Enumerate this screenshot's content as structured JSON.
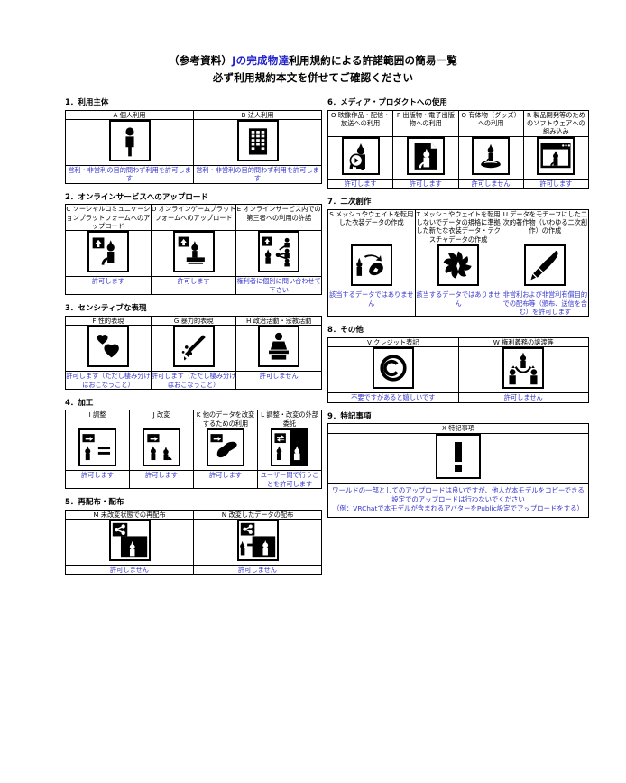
{
  "title": {
    "line1_pre": "（参考資料）",
    "line1_accent": "Jの完成物達",
    "line1_post": "利用規約による許諾範囲の簡易一覧",
    "line2": "必ず利用規約本文を併せてご確認ください"
  },
  "colors": {
    "verdict_blue": "#3333cc",
    "accent_blue": "#2222cc",
    "ink": "#000000",
    "paper": "#ffffff"
  },
  "sections": [
    {
      "number": "1.",
      "name": "利用主体",
      "title": "1．利用主体",
      "columns": 2,
      "cells": [
        {
          "code": "A",
          "label": "A 個人利用",
          "icon": "person-icon",
          "verdict": "営利・非営利の目的問わず利用を許可します"
        },
        {
          "code": "B",
          "label": "B 法人利用",
          "icon": "building-icon",
          "verdict": "営利・非営利の目的問わず利用を許可します"
        }
      ]
    },
    {
      "number": "2.",
      "name": "オンラインサービスへのアップロード",
      "title": "2．オンラインサービスへのアップロード",
      "columns": 3,
      "cells": [
        {
          "code": "C",
          "label": "C ソーシャルコミュニケーションプラットフォームへのアップロード",
          "icon": "upload-avatar-icon",
          "verdict": "許可します"
        },
        {
          "code": "D",
          "label": "D オンラインゲームプラットフォームへのアップロード",
          "icon": "upload-game-icon",
          "verdict": "許可します"
        },
        {
          "code": "E",
          "label": "E オンラインサービス内での第三者への利用の許諾",
          "icon": "upload-share-third-party-icon",
          "verdict": "権利者に個別に問い合わせて下さい"
        }
      ]
    },
    {
      "number": "3.",
      "name": "センシティブな表現",
      "title": "3．センシティブな表現",
      "columns": 3,
      "cells": [
        {
          "code": "F",
          "label": "F 性的表現",
          "icon": "hearts-icon",
          "verdict": "許可します（ただし棲み分けはおこなうこと）"
        },
        {
          "code": "G",
          "label": "G 暴力的表現",
          "icon": "knife-icon",
          "verdict": "許可します（ただし棲み分けはおこなうこと）"
        },
        {
          "code": "H",
          "label": "H 政治活動・宗教活動",
          "icon": "podium-speaker-icon",
          "verdict": "許可しません"
        }
      ]
    },
    {
      "number": "4.",
      "name": "加工",
      "title": "4．加工",
      "columns": 4,
      "cells": [
        {
          "code": "I",
          "label": "I 調整",
          "icon": "adjust-equal-icon",
          "verdict": "許可します"
        },
        {
          "code": "J",
          "label": "J 改変",
          "icon": "modify-two-cats-icon",
          "verdict": "許可します"
        },
        {
          "code": "K",
          "label": "K 他のデータを改変するための利用",
          "icon": "modify-other-data-icon",
          "verdict": "許可します"
        },
        {
          "code": "L",
          "label": "L 調整・改変の外部委託",
          "icon": "outsource-icon",
          "verdict": "ユーザー間で行うことを許可します"
        }
      ]
    },
    {
      "number": "5.",
      "name": "再配布・配布",
      "title": "5．再配布・配布",
      "columns": 2,
      "cells": [
        {
          "code": "M",
          "label": "M 未改変状態での再配布",
          "icon": "redistribute-icon",
          "verdict": "許可しません"
        },
        {
          "code": "N",
          "label": "N 改変したデータの配布",
          "icon": "distribute-modified-icon",
          "verdict": "許可しません"
        }
      ]
    },
    {
      "number": "6.",
      "name": "メディア・プロダクトへの使用",
      "title": "6．メディア・プロダクトへの使用",
      "columns": 4,
      "cells": [
        {
          "code": "O",
          "label": "O 映像作品・配信・放送への利用",
          "icon": "video-broadcast-icon",
          "verdict": "許可します"
        },
        {
          "code": "P",
          "label": "P 出版物・電子出版物への利用",
          "icon": "publication-icon",
          "verdict": "許可します"
        },
        {
          "code": "Q",
          "label": "Q 有体物（グッズ）への利用",
          "icon": "goods-figure-icon",
          "verdict": "許可しません"
        },
        {
          "code": "R",
          "label": "R 製品開発等のためのソフトウェアへの組み込み",
          "icon": "software-embed-icon",
          "verdict": "許可します"
        }
      ]
    },
    {
      "number": "7.",
      "name": "二次創作",
      "title": "7．二次創作",
      "columns": 3,
      "cells": [
        {
          "code": "S",
          "label": "S メッシュやウェイトを転用した衣装データの作成",
          "icon": "mesh-reuse-icon",
          "verdict": "該当するデータではありません"
        },
        {
          "code": "T",
          "label": "T メッシュやウェイトを転用しないでデータの規格に準拠した新たな衣装データ・テクスチャデータの作成",
          "icon": "new-costume-data-icon",
          "verdict": "該当するデータではありません"
        },
        {
          "code": "U",
          "label": "U データをモチーフにした二次的著作物（いわゆる二次創作）の作成",
          "icon": "paintbrush-icon",
          "verdict": "非営利および非営利有償目的での配布等（頒布、送信を含む）を許可します"
        }
      ]
    },
    {
      "number": "8.",
      "name": "その他",
      "title": "8．その他",
      "columns": 2,
      "cells": [
        {
          "code": "V",
          "label": "V クレジット表記",
          "icon": "copyright-icon",
          "verdict": "不要ですがあると嬉しいです"
        },
        {
          "code": "W",
          "label": "W 権利義務の譲渡等",
          "icon": "rights-transfer-icon",
          "verdict": "許可しません"
        }
      ]
    },
    {
      "number": "9.",
      "name": "特記事項",
      "title": "9．特記事項",
      "columns": 1,
      "cells": [
        {
          "code": "X",
          "label": "X 特記事項",
          "icon": "exclamation-icon",
          "verdict": "ワールドの一部としてのアップロードは良いですが、他人が本モデルをコピーできる設定でのアップロードは行わないでください\n（例：VRChatで本モデルが含まれるアバターをPublic設定でアップロードをする）"
        }
      ]
    }
  ]
}
